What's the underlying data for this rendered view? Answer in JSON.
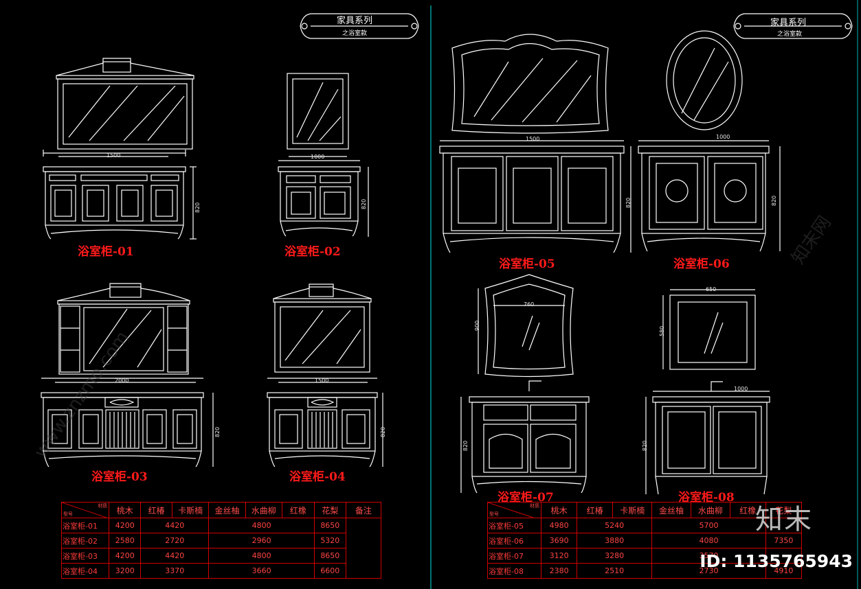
{
  "left_sheet": {
    "header": {
      "title": "家具系列",
      "subtitle": "之浴室款"
    },
    "labels": [
      "浴室柜-01",
      "浴室柜-02",
      "浴室柜-03",
      "浴室柜-04"
    ],
    "dims": {
      "w01": "1500",
      "h01": "820",
      "w02": "1000",
      "h02": "820",
      "w03": "2000",
      "h03": "820",
      "w04": "1500",
      "h04": "820"
    },
    "table": {
      "corner_top": "材质",
      "corner_bottom": "型号",
      "columns": [
        "桃木",
        "红椿",
        "卡斯楠",
        "金丝柚",
        "水曲柳",
        "红橡",
        "花梨",
        "备注"
      ],
      "rows": [
        {
          "name": "浴室柜-01",
          "c1": "4200",
          "c2": "4420",
          "c3": "4800",
          "c4": "8650"
        },
        {
          "name": "浴室柜-02",
          "c1": "2580",
          "c2": "2720",
          "c3": "2960",
          "c4": "5320"
        },
        {
          "name": "浴室柜-03",
          "c1": "4200",
          "c2": "4420",
          "c3": "4800",
          "c4": "8650"
        },
        {
          "name": "浴室柜-04",
          "c1": "3200",
          "c2": "3370",
          "c3": "3660",
          "c4": "6600"
        }
      ]
    }
  },
  "right_sheet": {
    "header": {
      "title": "家具系列",
      "subtitle": "之浴室款"
    },
    "labels": [
      "浴室柜-05",
      "浴室柜-06",
      "浴室柜-07",
      "浴室柜-08"
    ],
    "dims": {
      "w05": "1500",
      "h05": "820",
      "w06": "1000",
      "h06": "820",
      "mw07": "760",
      "mh07": "900",
      "h07": "820",
      "mw08": "650",
      "mh08": "580",
      "w08": "1000",
      "h08": "820"
    },
    "table": {
      "corner_top": "材质",
      "corner_bottom": "型号",
      "columns": [
        "桃木",
        "红椿",
        "卡斯楠",
        "金丝柚",
        "水曲柳",
        "红橡",
        "花梨"
      ],
      "rows": [
        {
          "name": "浴室柜-05",
          "c1": "4980",
          "c2": "5240",
          "c3": "5700",
          "c4": ""
        },
        {
          "name": "浴室柜-06",
          "c1": "3690",
          "c2": "3880",
          "c3": "4080",
          "c4": "7350"
        },
        {
          "name": "浴室柜-07",
          "c1": "3120",
          "c2": "3280",
          "c3": "3570",
          "c4": ""
        },
        {
          "name": "浴室柜-08",
          "c1": "2380",
          "c2": "2510",
          "c3": "2730",
          "c4": "4910"
        }
      ]
    }
  },
  "watermark": {
    "logo": "知末",
    "id": "ID: 1135765943",
    "site": "www.znzmo.com",
    "site_cn": "知末网"
  },
  "colors": {
    "background": "#000000",
    "lines": "#ffffff",
    "labels": "#ff1a1a",
    "table_lines": "#d00000",
    "frame": "#00b0b0"
  }
}
